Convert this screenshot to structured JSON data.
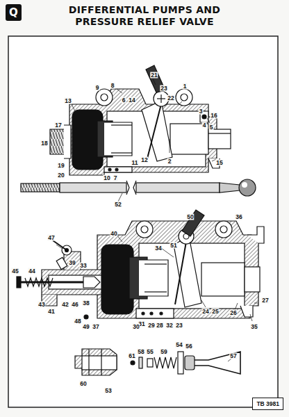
{
  "diagram": {
    "title": "DIFFERENTIAL PUMPS AND PRESSURE RELIEF VALVE",
    "nodes": [
      {
        "text": [
          "Q"
        ]
      },
      {
        "text": [
          "TB 3981"
        ]
      }
    ],
    "labels": [
      "21",
      "8",
      "9",
      "23",
      "22",
      "1",
      "6",
      "14",
      "13",
      "3",
      "4",
      "16",
      "5",
      "17",
      "18",
      "12",
      "2",
      "15",
      "19",
      "20",
      "10",
      "7",
      "11",
      "52",
      "50",
      "40",
      "36",
      "34",
      "51",
      "47",
      "39",
      "33",
      "44",
      "45",
      "43",
      "41",
      "42",
      "46",
      "38",
      "48",
      "49",
      "37",
      "31",
      "29",
      "28",
      "30",
      "32",
      "23",
      "24",
      "25",
      "26",
      "27",
      "35",
      "60",
      "53",
      "61",
      "58",
      "55",
      "59",
      "54",
      "56",
      "57"
    ]
  }
}
